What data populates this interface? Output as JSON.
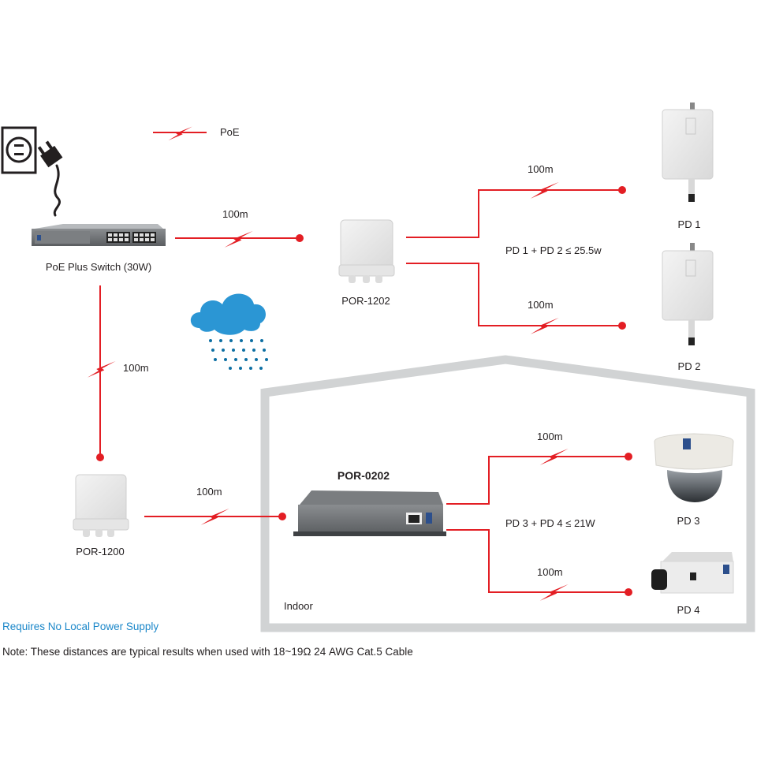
{
  "legend": {
    "symbol": "poe-lightning",
    "label": "PoE"
  },
  "colors": {
    "cable": "#e31e24",
    "house_wall": "#d1d3d4",
    "cloud": "#2b96d4",
    "rain": "#0d6fa3",
    "footer_highlight": "#1b87c9",
    "text": "#231f20"
  },
  "devices": {
    "switch": {
      "label": "PoE Plus Switch (30W)"
    },
    "por1202": {
      "label": "POR-1202"
    },
    "por1200": {
      "label": "POR-1200"
    },
    "por0202": {
      "label": "POR-0202"
    },
    "pd1": {
      "label": "PD 1"
    },
    "pd2": {
      "label": "PD 2"
    },
    "pd3": {
      "label": "PD 3"
    },
    "pd4": {
      "label": "PD 4"
    }
  },
  "links": {
    "switch_to_por1202": "100m",
    "switch_to_por1200": "100m",
    "por1200_to_por0202": "100m",
    "por1202_to_pd1": "100m",
    "por1202_to_pd2": "100m",
    "por0202_to_pd3": "100m",
    "por0202_to_pd4": "100m"
  },
  "power_budgets": {
    "outdoor": "PD 1 + PD 2 ≤ 25.5w",
    "indoor": "PD 3 + PD 4 ≤ 21W"
  },
  "zones": {
    "indoor": "Indoor"
  },
  "footer": {
    "highlight": "Requires No Local Power Supply",
    "note": "Note: These distances are typical results when used with 18~19Ω 24 AWG Cat.5 Cable"
  }
}
